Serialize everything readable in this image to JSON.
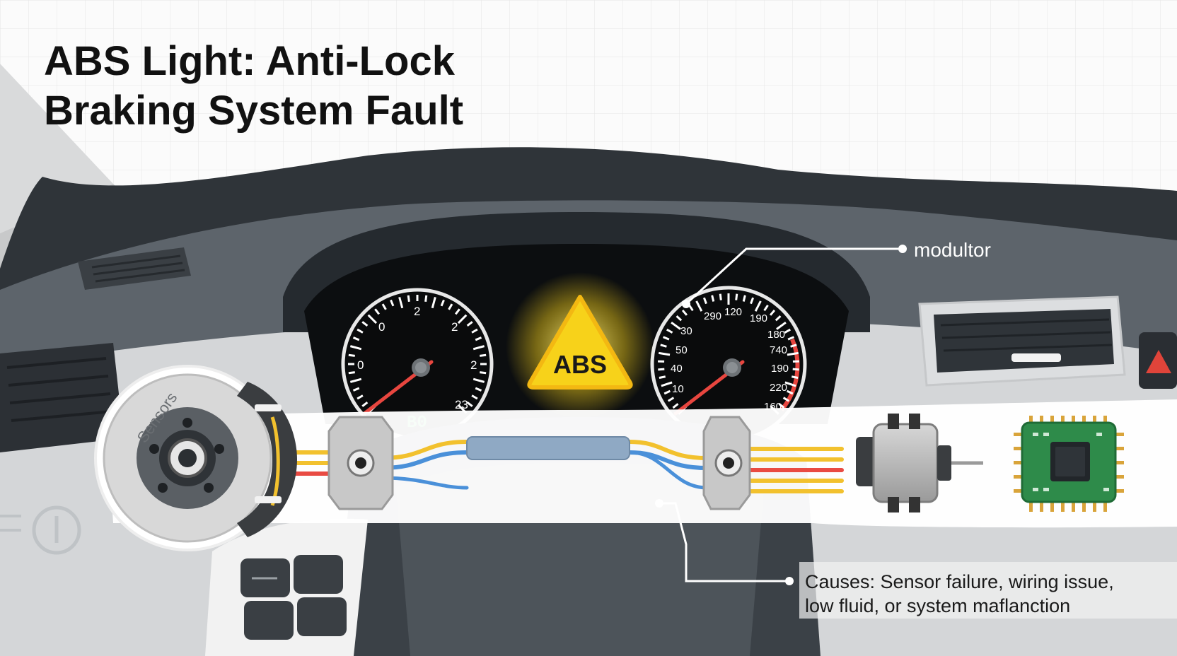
{
  "title": {
    "line1": "ABS Light: Anti-Lock",
    "line2": "Braking System Fault"
  },
  "warning": {
    "text": "ABS",
    "color": "#f7d21a",
    "icon": "abs-warning-triangle-icon"
  },
  "left_gauge": {
    "ticks": [
      "0",
      "2",
      "2",
      "0",
      "2",
      "23"
    ],
    "digital": "B0"
  },
  "right_gauge": {
    "ticks": [
      "290",
      "120",
      "190",
      "30",
      "50",
      "40",
      "10",
      "180",
      "740",
      "190",
      "220",
      "160"
    ]
  },
  "callouts": {
    "modulator": "modultor",
    "causes_line1": "Causes: Sensor failure, wiring issue,",
    "causes_line2": "low fluid, or system maflanction"
  },
  "brake_label": "Sensors",
  "colors": {
    "wire_yellow": "#f2c12e",
    "wire_red": "#e94b43",
    "wire_blue": "#4a90d9",
    "dash_dark": "#3c4248",
    "pcb_green": "#2e8b4a"
  }
}
